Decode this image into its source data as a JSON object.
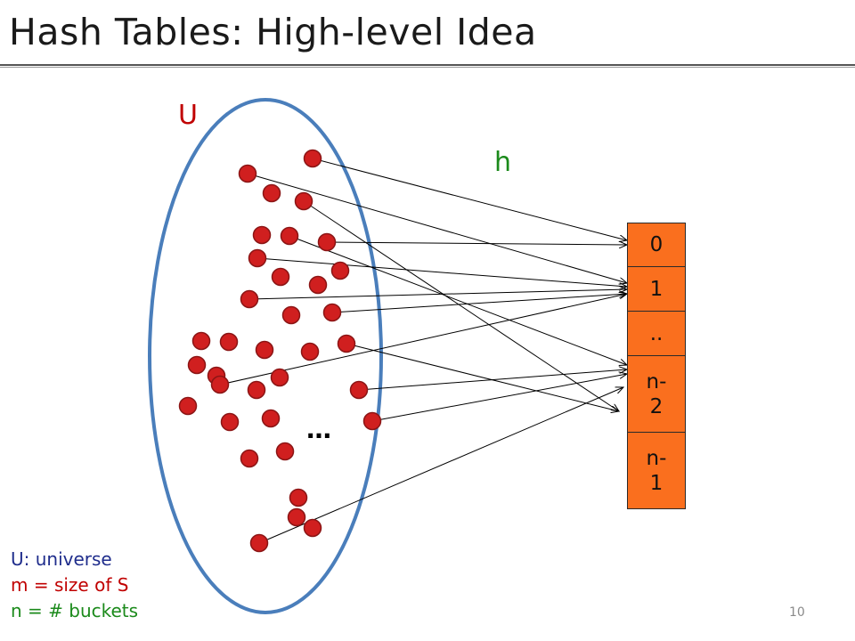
{
  "title": "Hash Tables: High-level Idea",
  "universe_label": "U",
  "function_label": "h",
  "ellipsis": "…",
  "buckets": [
    "0",
    "1",
    "..",
    "n-\n2",
    "n-\n1"
  ],
  "legend": {
    "u": "U: universe",
    "m": "m = size of S",
    "n": "n  = # buckets"
  },
  "page_number": "10",
  "colors": {
    "ellipse": "#4a7ebb",
    "element": "#d01f1f",
    "bucket": "#fa6f1e",
    "universe_label": "#c00000",
    "function_label": "#1b8a1b"
  }
}
